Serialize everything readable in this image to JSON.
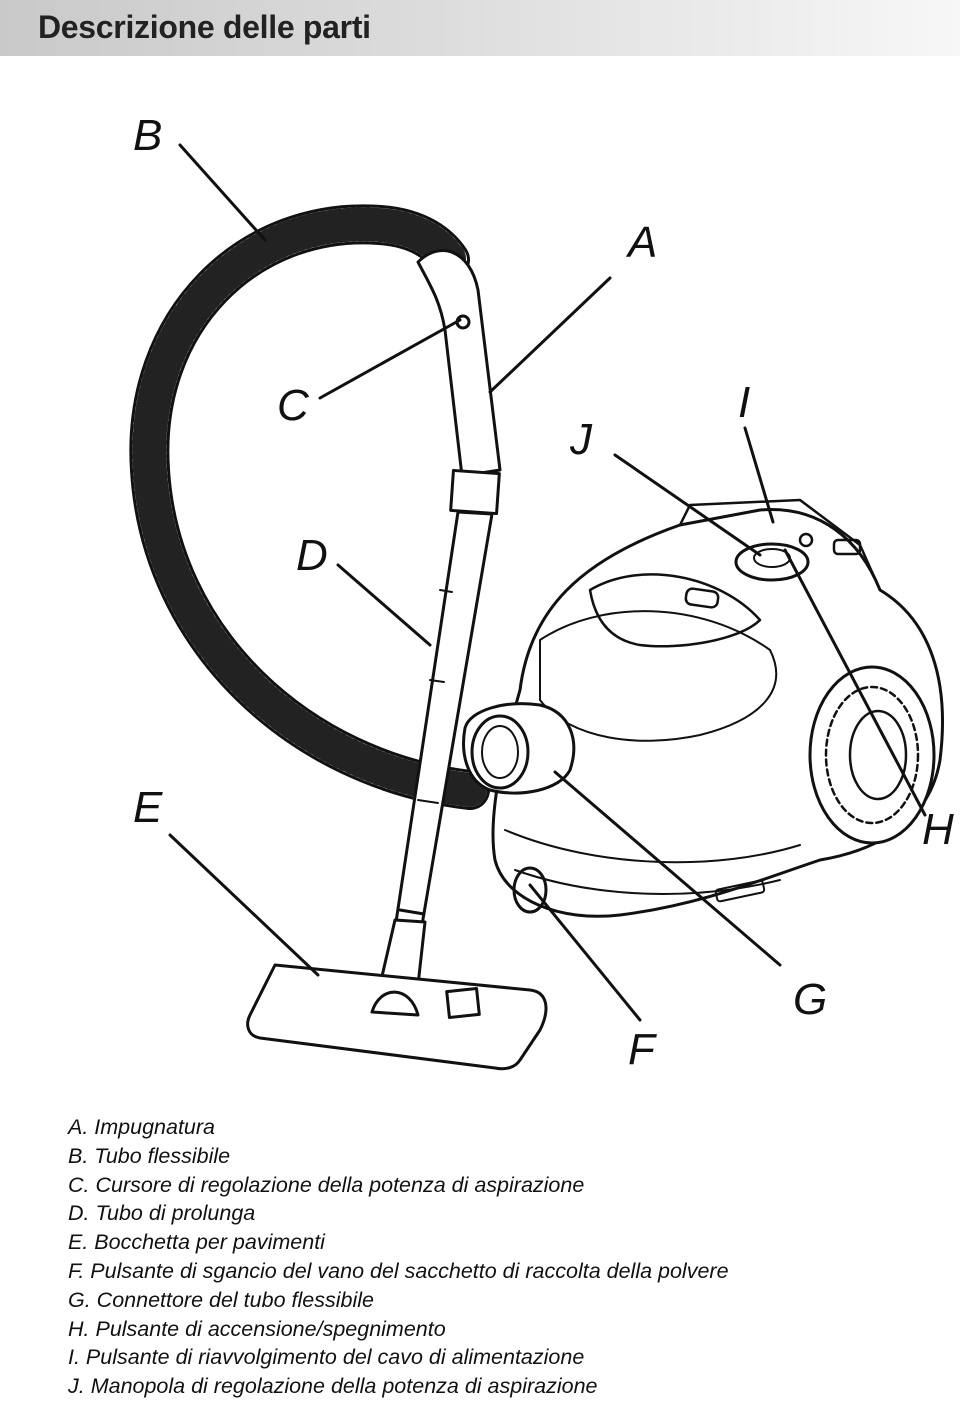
{
  "header": {
    "title": "Descrizione delle parti"
  },
  "callouts": {
    "A": "A",
    "B": "B",
    "C": "C",
    "D": "D",
    "E": "E",
    "F": "F",
    "G": "G",
    "H": "H",
    "I": "I",
    "J": "J"
  },
  "legend": [
    "A. Impugnatura",
    "B. Tubo flessibile",
    "C. Cursore di regolazione della potenza di aspirazione",
    "D. Tubo di prolunga",
    "E. Bocchetta per pavimenti",
    "F. Pulsante di sgancio del vano del sacchetto di raccolta della polvere",
    "G. Connettore del tubo flessibile",
    "H. Pulsante di accensione/spegnimento",
    "I. Pulsante di riavvolgimento del cavo di alimentazione",
    "J. Manopola di regolazione della potenza di aspirazione"
  ]
}
